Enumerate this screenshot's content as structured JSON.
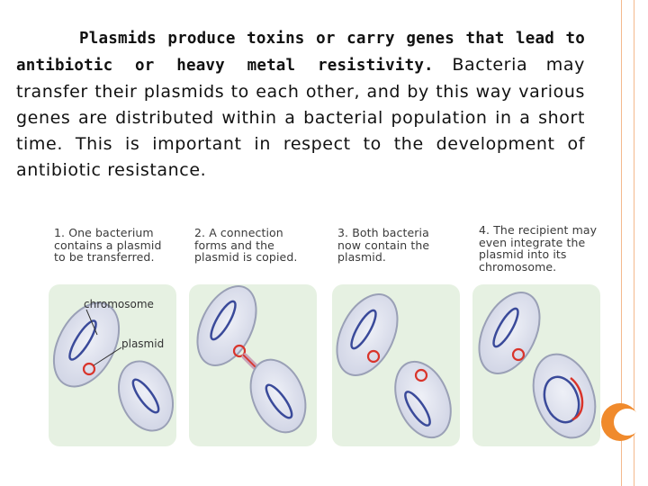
{
  "paragraph": {
    "bold": "Plasmids produce toxins or carry genes that lead to antibiotic or heavy metal resistivity.",
    "rest": " Bacteria may transfer their plasmids to each other, and by this way various genes are distributed within a bacterial population in a short time. This is important in respect to the development of antibiotic resistance."
  },
  "diagram": {
    "steps": [
      {
        "caption": "1. One bacterium contains a plasmid to be transferred."
      },
      {
        "caption": "2. A connection forms and the plasmid is copied."
      },
      {
        "caption": "3. Both bacteria now contain the plasmid."
      },
      {
        "caption": "4. The recipient may even integrate the plasmid into its chromosome."
      }
    ],
    "labels": {
      "chromosome": "chromosome",
      "plasmid": "plasmid"
    }
  },
  "colors": {
    "panel": "#e6f1e2",
    "cell_fill": "#dfe2ee",
    "cell_stroke": "#9aa0b6",
    "chromosome": "#3a4a9a",
    "plasmid": "#d9342b",
    "accent": "#f08a2c"
  }
}
